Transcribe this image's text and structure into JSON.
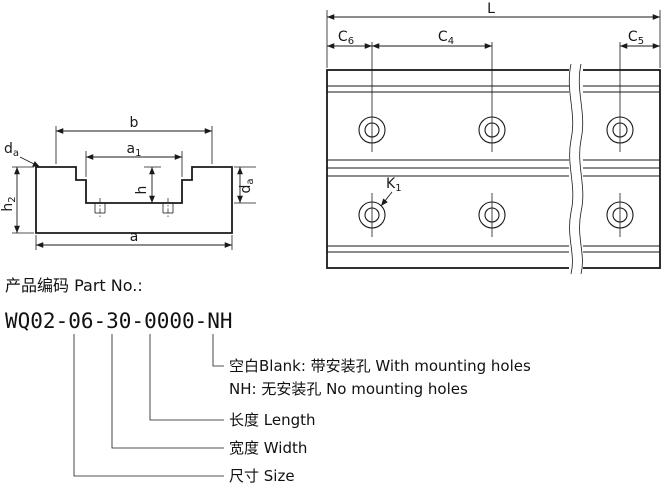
{
  "section_view": {
    "dim_b": "b",
    "dim_a1": {
      "base": "a",
      "sub": "1"
    },
    "dim_a": "a",
    "dim_da_left": {
      "base": "d",
      "sub": "a"
    },
    "dim_da_right": {
      "base": "d",
      "sub": "a"
    },
    "dim_h": "h",
    "dim_h2": {
      "base": "h",
      "sub": "2"
    }
  },
  "plan_view": {
    "dim_L": "L",
    "dim_C6": {
      "base": "C",
      "sub": "6"
    },
    "dim_C4": {
      "base": "C",
      "sub": "4"
    },
    "dim_C5": {
      "base": "C",
      "sub": "5"
    },
    "dim_K1": {
      "base": "K",
      "sub": "1"
    }
  },
  "part_no": {
    "heading": "产品编码 Part No.:",
    "code": "WQ02-06-30-0000-NH"
  },
  "legend": {
    "blank_line1": "空白Blank: 带安装孔 With mounting holes",
    "blank_line2": "NH: 无安装孔 No mounting holes",
    "length": "长度 Length",
    "width": "宽度 Width",
    "size": "尺寸 Size"
  }
}
